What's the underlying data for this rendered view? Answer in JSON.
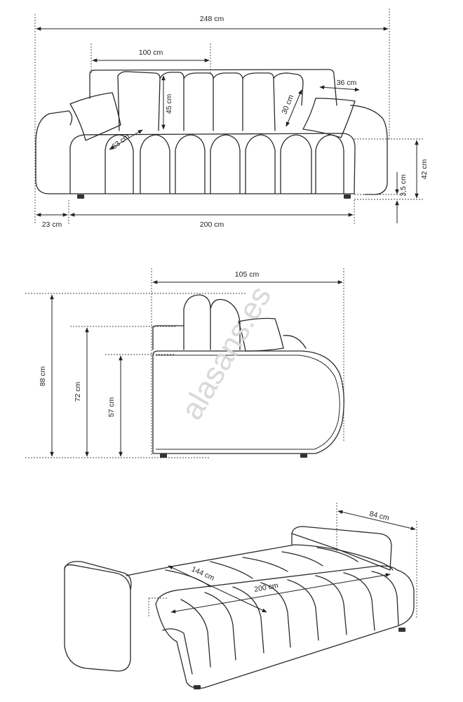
{
  "watermark": "alasans.es",
  "front_view": {
    "total_width": "248 cm",
    "seat_back_width": "100 cm",
    "back_height": "45 cm",
    "pillow_diagonal": "63 cm",
    "cushion_size": "30 cm",
    "cushion_depth": "36 cm",
    "arm_width": "23 cm",
    "seat_width": "200 cm",
    "seat_height": "42 cm",
    "leg_height": "3,5 cm"
  },
  "side_view": {
    "depth": "105 cm",
    "total_height": "88 cm",
    "arm_height": "72 cm",
    "seat_height": "57 cm"
  },
  "bed_view": {
    "bed_depth_side": "84 cm",
    "sleeping_width": "144 cm",
    "sleeping_length": "200 cm"
  }
}
